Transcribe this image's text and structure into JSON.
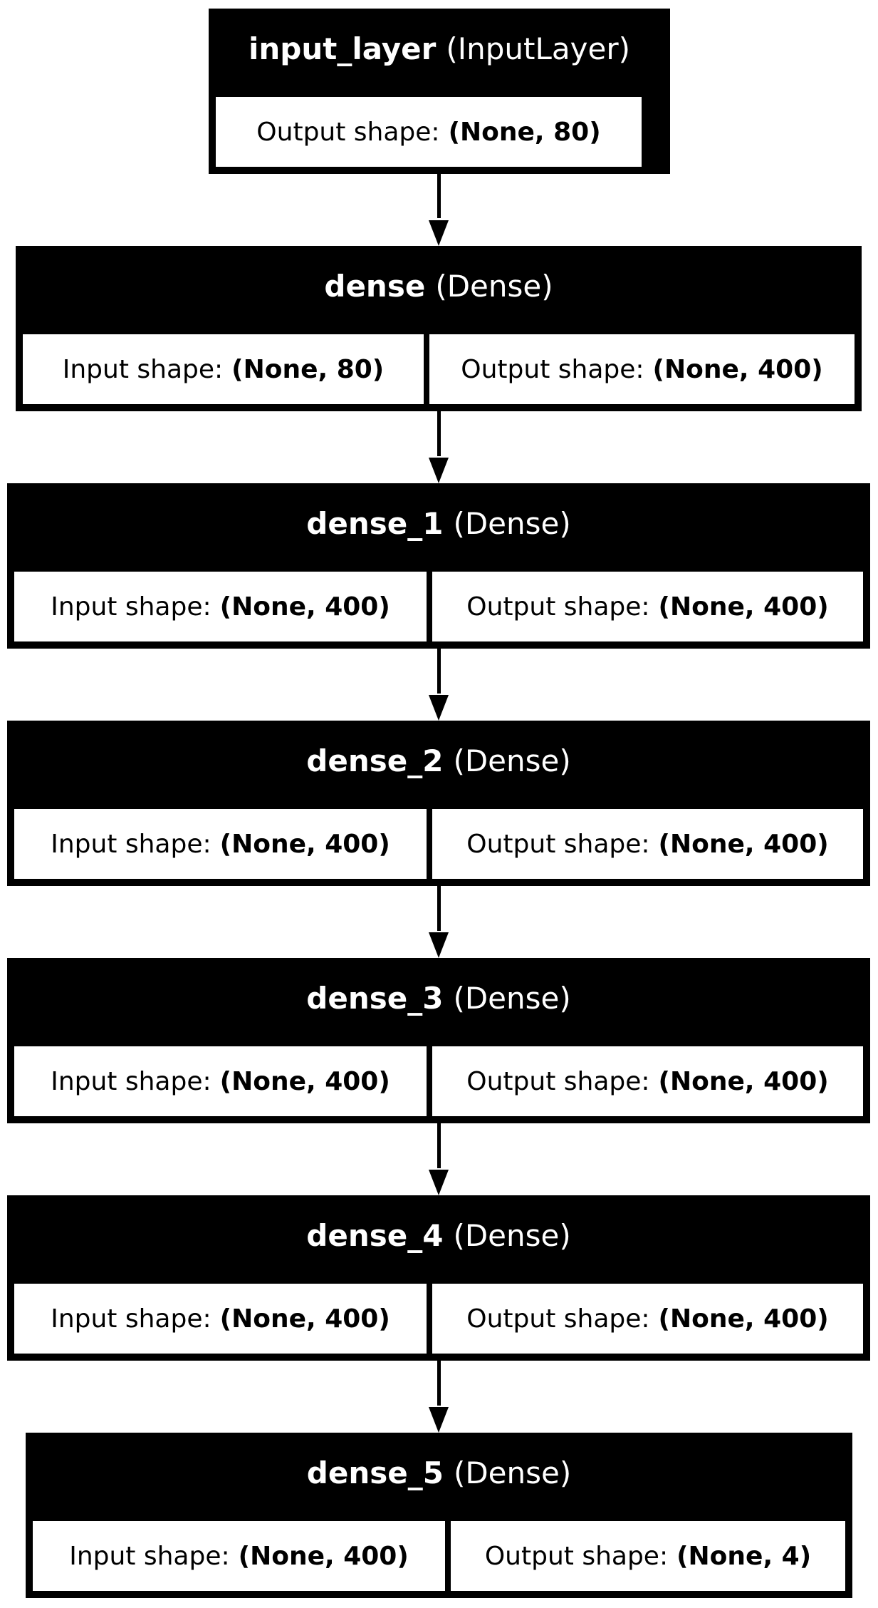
{
  "layers": [
    {
      "name": "input_layer",
      "type": "(InputLayer)",
      "output_label": "Output shape:",
      "output_value": "(None, 80)"
    },
    {
      "name": "dense",
      "type": "(Dense)",
      "input_label": "Input shape:",
      "input_value": "(None, 80)",
      "output_label": "Output shape:",
      "output_value": "(None, 400)"
    },
    {
      "name": "dense_1",
      "type": "(Dense)",
      "input_label": "Input shape:",
      "input_value": "(None, 400)",
      "output_label": "Output shape:",
      "output_value": "(None, 400)"
    },
    {
      "name": "dense_2",
      "type": "(Dense)",
      "input_label": "Input shape:",
      "input_value": "(None, 400)",
      "output_label": "Output shape:",
      "output_value": "(None, 400)"
    },
    {
      "name": "dense_3",
      "type": "(Dense)",
      "input_label": "Input shape:",
      "input_value": "(None, 400)",
      "output_label": "Output shape:",
      "output_value": "(None, 400)"
    },
    {
      "name": "dense_4",
      "type": "(Dense)",
      "input_label": "Input shape:",
      "input_value": "(None, 400)",
      "output_label": "Output shape:",
      "output_value": "(None, 400)"
    },
    {
      "name": "dense_5",
      "type": "(Dense)",
      "input_label": "Input shape:",
      "input_value": "(None, 400)",
      "output_label": "Output shape:",
      "output_value": "(None, 4)"
    }
  ]
}
